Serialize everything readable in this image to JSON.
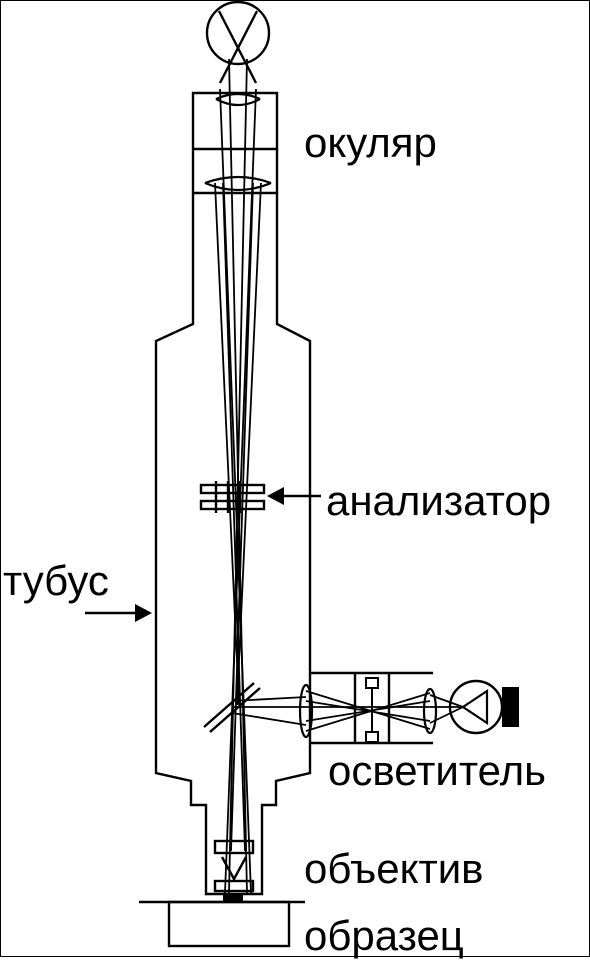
{
  "labels": {
    "ocular": "окуляр",
    "analyzer": "анализатор",
    "tube": "тубус",
    "illuminator": "осветитель",
    "objective": "объектив",
    "sample": "образец"
  },
  "colors": {
    "line": "#000000",
    "background": "#ffffff"
  },
  "icons": {
    "eye": "eye-icon",
    "lamp": "lamp-icon",
    "arrows": "arrow-icon"
  }
}
